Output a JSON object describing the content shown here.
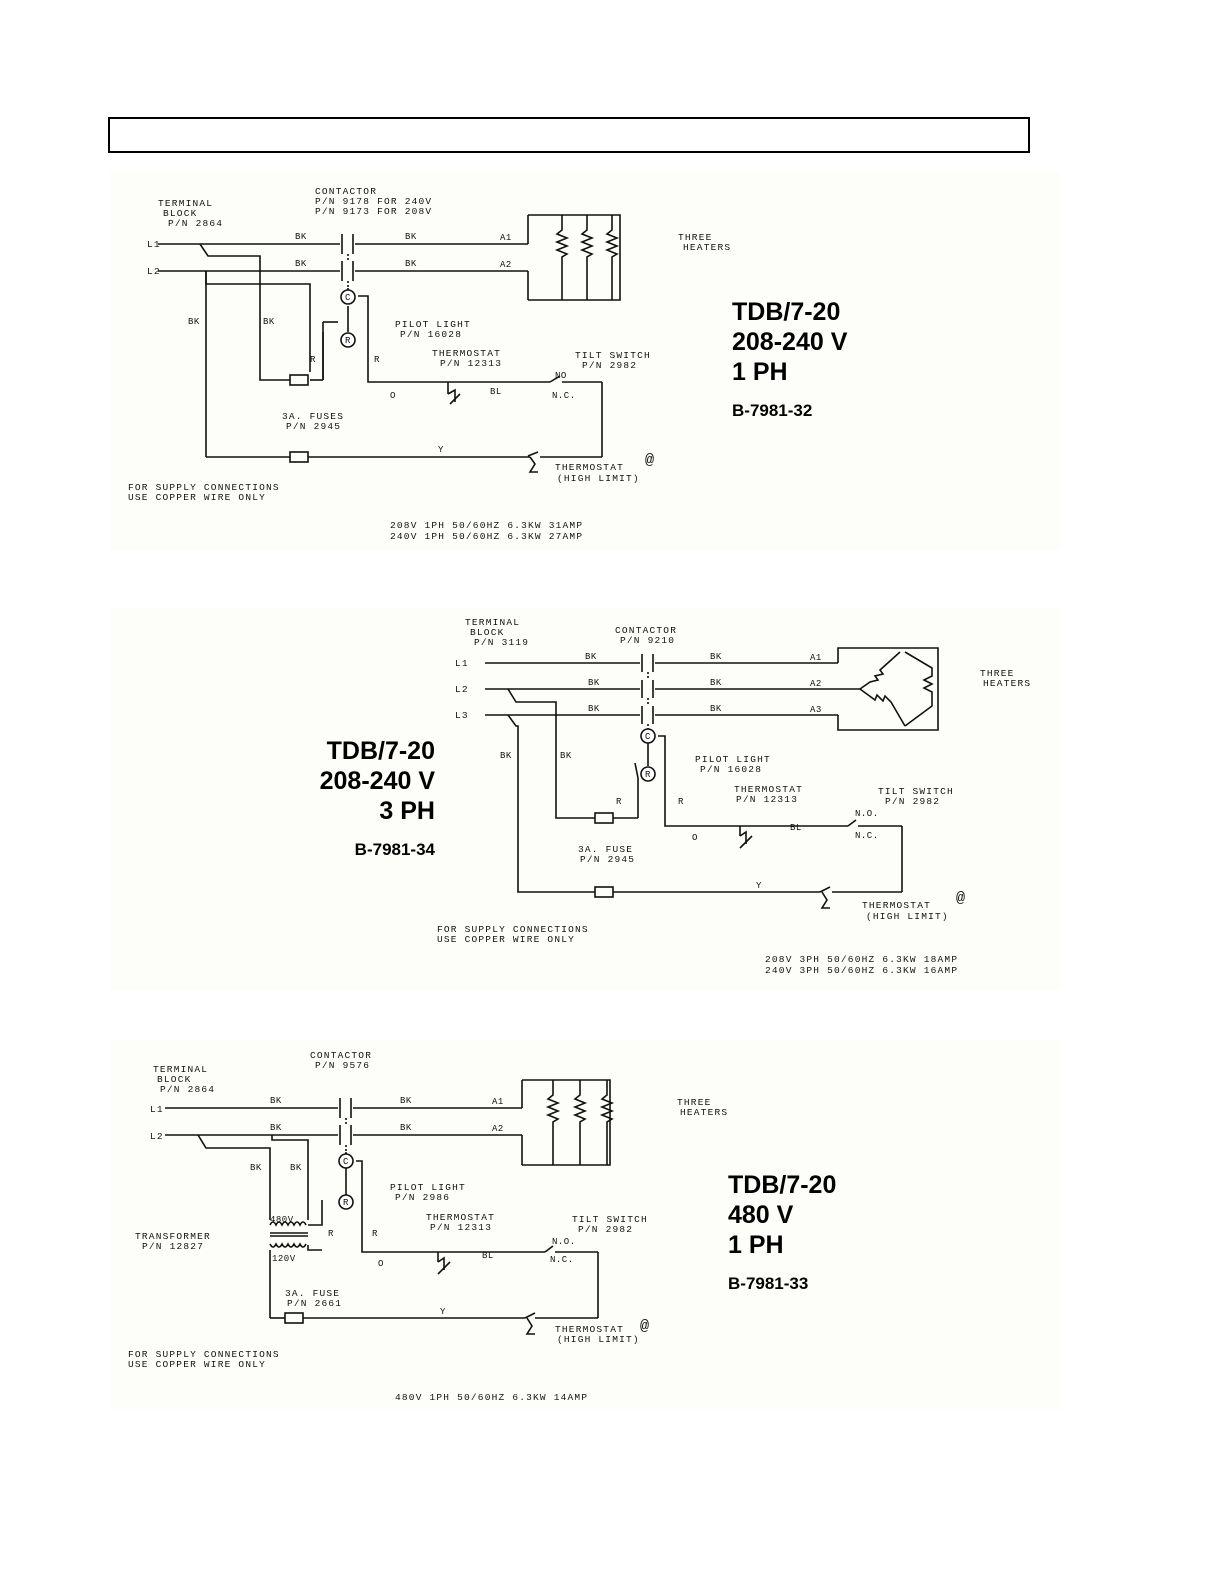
{
  "header": {
    "title": ""
  },
  "diagrams": [
    {
      "model": "TDB/7-20",
      "voltage": "208-240 V",
      "phase": "1 PH",
      "part": "B-7981-32",
      "terminal": [
        "TERMINAL",
        "BLOCK",
        "P/N 2864"
      ],
      "contactor": [
        "CONTACTOR",
        "P/N 9178   FOR 240V",
        "P/N 9173   FOR 208V"
      ],
      "lines": [
        "L1",
        "L2"
      ],
      "heaters": [
        "THREE",
        "HEATERS"
      ],
      "pilot": [
        "PILOT LIGHT",
        "P/N 16028"
      ],
      "thermostat": [
        "THERMOSTAT",
        "P/N 12313"
      ],
      "tilt": [
        "TILT SWITCH",
        "P/N 2982"
      ],
      "fuse": [
        "3A. FUSES",
        "P/N 2945"
      ],
      "highlimit": [
        "THERMOSTAT",
        "(HIGH LIMIT)"
      ],
      "supply": [
        "FOR SUPPLY CONNECTIONS",
        "USE COPPER WIRE ONLY"
      ],
      "ratings": [
        "208V 1PH 50/60HZ  6.3KW   31AMP",
        "240V 1PH 50/60HZ  6.3KW   27AMP"
      ],
      "wires": {
        "bk": "BK",
        "r": "R",
        "o": "O",
        "bl": "BL",
        "y": "Y",
        "a1": "A1",
        "a2": "A2",
        "no": "NO",
        "nc": "N.C.",
        "c": "C",
        "rl": "R",
        "at": "@"
      }
    },
    {
      "model": "TDB/7-20",
      "voltage": "208-240 V",
      "phase": "3 PH",
      "part": "B-7981-34",
      "terminal": [
        "TERMINAL",
        "BLOCK",
        "P/N 3119"
      ],
      "contactor": [
        "CONTACTOR",
        "P/N 9210"
      ],
      "lines": [
        "L1",
        "L2",
        "L3"
      ],
      "heaters": [
        "THREE",
        "HEATERS"
      ],
      "pilot": [
        "PILOT LIGHT",
        "P/N 16028"
      ],
      "thermostat": [
        "THERMOSTAT",
        "P/N 12313"
      ],
      "tilt": [
        "TILT SWITCH",
        "P/N 2982"
      ],
      "fuse": [
        "3A. FUSE",
        "P/N 2945"
      ],
      "highlimit": [
        "THERMOSTAT",
        "(HIGH LIMIT)"
      ],
      "supply": [
        "FOR SUPPLY CONNECTIONS",
        "USE COPPER WIRE ONLY"
      ],
      "ratings": [
        "208V 3PH 50/60HZ  6.3KW   18AMP",
        "240V 3PH 50/60HZ  6.3KW   16AMP"
      ],
      "wires": {
        "bk": "BK",
        "r": "R",
        "o": "O",
        "bl": "BL",
        "y": "Y",
        "a1": "A1",
        "a2": "A2",
        "a3": "A3",
        "no": "N.O.",
        "nc": "N.C.",
        "c": "C",
        "rl": "R",
        "at": "@"
      }
    },
    {
      "model": "TDB/7-20",
      "voltage": "480 V",
      "phase": "1 PH",
      "part": "B-7981-33",
      "terminal": [
        "TERMINAL",
        "BLOCK",
        "P/N 2864"
      ],
      "contactor": [
        "CONTACTOR",
        "P/N 9576"
      ],
      "lines": [
        "L1",
        "L2"
      ],
      "heaters": [
        "THREE",
        "HEATERS"
      ],
      "pilot": [
        "PILOT LIGHT",
        "P/N 2986"
      ],
      "thermostat": [
        "THERMOSTAT",
        "P/N 12313"
      ],
      "tilt": [
        "TILT SWITCH",
        "P/N 2982"
      ],
      "fuse": [
        "3A. FUSE",
        "P/N 2661"
      ],
      "transformer": [
        "TRANSFORMER",
        "P/N 12827"
      ],
      "tap_high": "480V",
      "tap_low": "120V",
      "highlimit": [
        "THERMOSTAT",
        "(HIGH LIMIT)"
      ],
      "supply": [
        "FOR SUPPLY CONNECTIONS",
        "USE COPPER WIRE ONLY"
      ],
      "ratings": [
        "480V 1PH 50/60HZ  6.3KW  14AMP"
      ],
      "wires": {
        "bk": "BK",
        "r": "R",
        "o": "O",
        "bl": "BL",
        "y": "Y",
        "a1": "A1",
        "a2": "A2",
        "no": "N.O.",
        "nc": "N.C.",
        "c": "C",
        "rl": "R",
        "at": "@"
      }
    }
  ]
}
